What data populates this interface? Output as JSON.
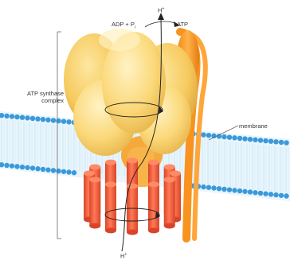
{
  "labels": {
    "complex_line1": "ATP synthase",
    "complex_line2": "complex",
    "adp": "ADP + P",
    "adp_sub": "i",
    "atp": "ATP",
    "membrane": "membrane",
    "h": "H",
    "h_sup": "+"
  },
  "colors": {
    "background": "#ffffff",
    "membrane_head": "#3a9ad9",
    "membrane_tail": "#bfe3f7",
    "f1_subunit": "#fbd97a",
    "stalk": "#f4a93a",
    "c_ring": "#f0603a",
    "stator_arm": "#f7931e",
    "arrow": "#222222"
  },
  "icons": [
    "rotation-arrow-icon",
    "proton-path-arrow-icon"
  ]
}
